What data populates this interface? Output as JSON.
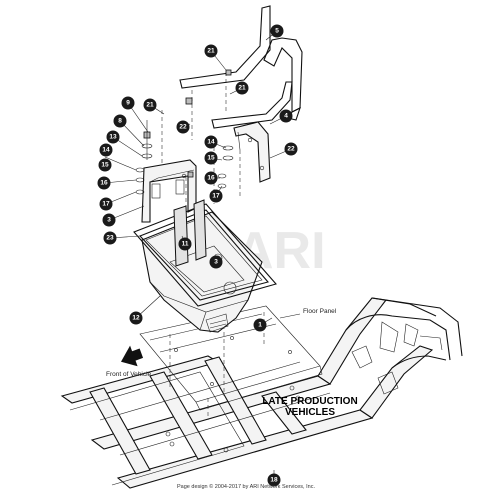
{
  "watermark": "ARI",
  "labels": {
    "floor_panel": "Floor Panel",
    "front_of_vehicle": "Front of Vehicle",
    "late_production_line1": "LATE PRODUCTION",
    "late_production_line2": "VEHICLES",
    "copyright": "Page design © 2004-2017 by ARI Network Services, Inc."
  },
  "callouts": [
    "21",
    "5",
    "21",
    "9",
    "21",
    "22",
    "4",
    "8",
    "13",
    "14",
    "14",
    "15",
    "15",
    "22",
    "16",
    "16",
    "17",
    "17",
    "3",
    "23",
    "11",
    "3",
    "12",
    "1",
    "18"
  ]
}
